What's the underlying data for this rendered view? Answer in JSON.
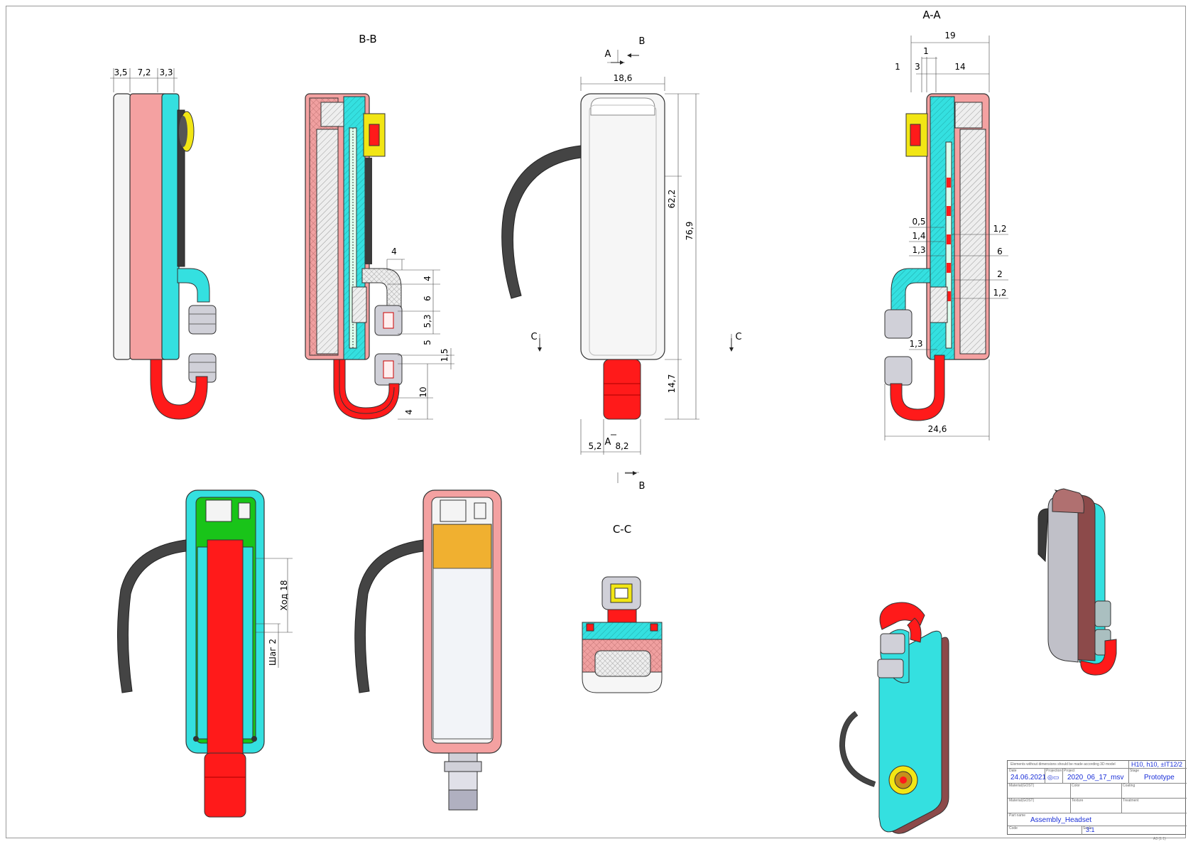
{
  "views": {
    "bb": "B-B",
    "aa": "A-A",
    "cc": "C-C"
  },
  "section_marks": {
    "a": "A",
    "b": "B",
    "c": "C"
  },
  "dims": {
    "side": [
      "3,5",
      "7,2",
      "3,3"
    ],
    "bb": [
      "4",
      "4",
      "6",
      "5,3",
      "5",
      "1,5",
      "10",
      "4"
    ],
    "front": [
      "18,6",
      "62,2",
      "76,9",
      "14,7",
      "5,2",
      "8,2"
    ],
    "aa_top": [
      "19",
      "1",
      "1",
      "3",
      "14"
    ],
    "aa_left": [
      "0,5",
      "1,4",
      "1,3",
      "1,3"
    ],
    "aa_right": [
      "1,2",
      "6",
      "2",
      "1,2"
    ],
    "aa_bottom": "24,6",
    "travel": "Ход 18",
    "step": "Шаг 2"
  },
  "colors": {
    "pink": "#f4a1a1",
    "cyan": "#34e0e0",
    "red": "#ff1a1a",
    "green": "#19c419",
    "yellow": "#f2e614",
    "grey": "#c8c8d0",
    "dark": "#3c3c3c",
    "amber": "#f0b030",
    "brown": "#8c4a4a"
  },
  "title_block": {
    "note": "Elements without dimensions should be made according 3D model",
    "tolerance": "H10, h10, ±IT12/2",
    "date_label": "Date",
    "date": "24.06.2021",
    "projection_label": "Projection",
    "project_label": "Project",
    "project": "2020_06_17_msv",
    "stage_label": "Stage",
    "stage": "Prototype",
    "material_label": "Material(GOST)",
    "color_label": "Color",
    "coating_label": "Coating",
    "material2_label": "Material(GOST)",
    "texture_label": "Texture",
    "treatment_label": "Treatment",
    "part_label": "Part name",
    "part": "Assembly_Headset",
    "code_label": "Code",
    "scale_label": "Scale",
    "scale": "3:1",
    "sheet_code": "A3 (1:1)"
  }
}
